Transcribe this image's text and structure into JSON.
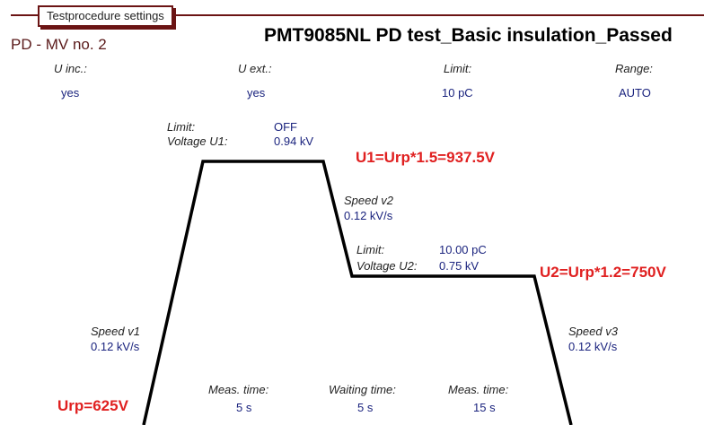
{
  "section_label": "Testprocedure settings",
  "test_name": "PD - MV no. 2",
  "title": "PMT9085NL PD test_Basic insulation_Passed",
  "settings": [
    {
      "label": "U inc.:",
      "value": "yes"
    },
    {
      "label": "U ext.:",
      "value": "yes"
    },
    {
      "label": "Limit:",
      "value": "10 pC"
    },
    {
      "label": "Range:",
      "value": "AUTO"
    }
  ],
  "stage1": {
    "limit_label": "Limit:",
    "limit_value": "OFF",
    "voltage_label": "Voltage U1:",
    "voltage_value": "0.94 kV"
  },
  "stage2": {
    "limit_label": "Limit:",
    "limit_value": "10.00 pC",
    "voltage_label": "Voltage U2:",
    "voltage_value": "0.75 kV"
  },
  "speed_v1": {
    "label": "Speed v1",
    "value": "0.12 kV/s"
  },
  "speed_v2": {
    "label": "Speed v2",
    "value": "0.12 kV/s"
  },
  "speed_v3": {
    "label": "Speed v3",
    "value": "0.12 kV/s"
  },
  "times": [
    {
      "label": "Meas. time:",
      "value": "5 s"
    },
    {
      "label": "Waiting time:",
      "value": "5 s"
    },
    {
      "label": "Meas. time:",
      "value": "15 s"
    }
  ],
  "annotations": {
    "u1": "U1=Urp*1.5=937.5V",
    "u2": "U2=Urp*1.2=750V",
    "urp": "Urp=625V"
  },
  "colors": {
    "accent": "#6b1414",
    "value": "#1a237e",
    "annotation": "#e02020"
  }
}
